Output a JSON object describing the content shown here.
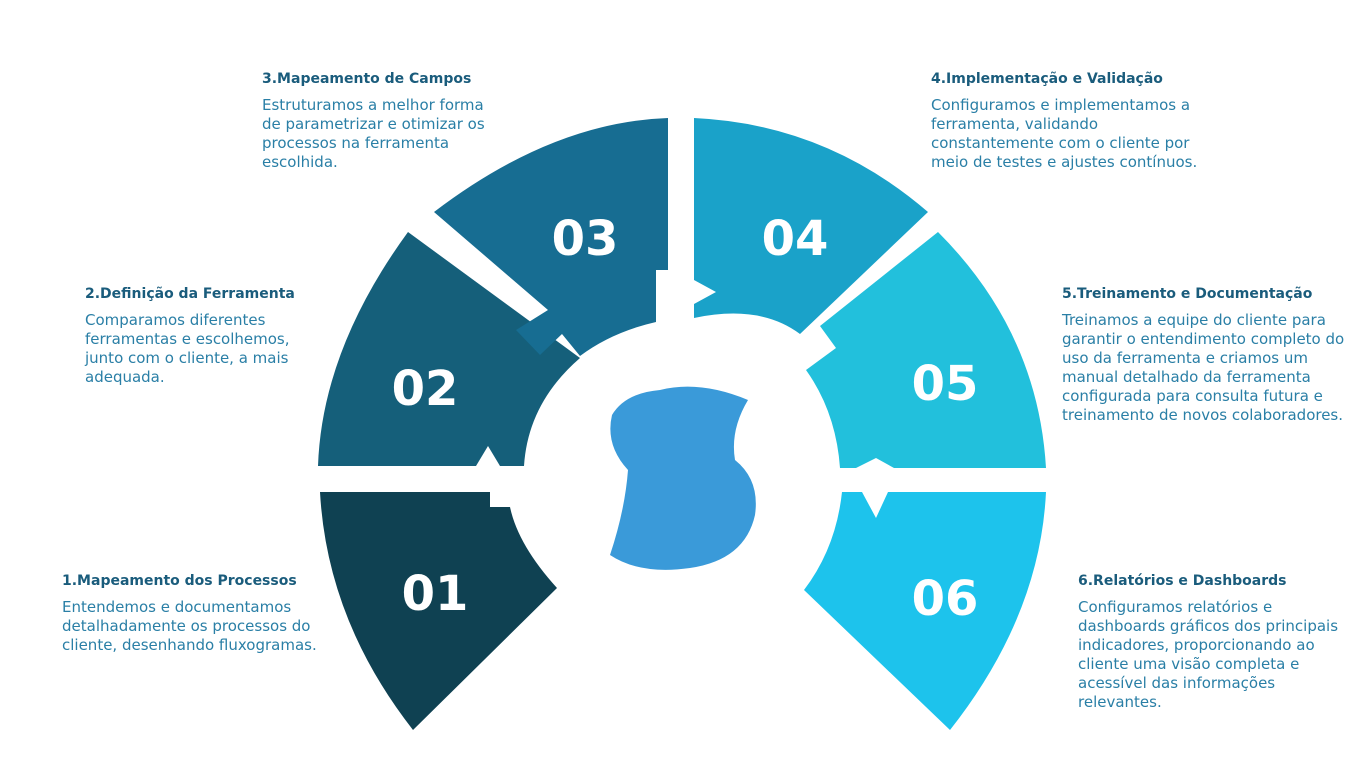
{
  "steps": [
    {
      "number": "01",
      "title": "1.Mapeamento dos Processos",
      "desc": "Entendemos e documentamos detalhadamente os processos do cliente, desenhando fluxogramas."
    },
    {
      "number": "02",
      "title": "2.Definição da Ferramenta",
      "desc": "Comparamos diferentes ferramentas e escolhemos, junto com o cliente, a mais adequada."
    },
    {
      "number": "03",
      "title": "3.Mapeamento de Campos",
      "desc": "Estruturamos a melhor forma de parametrizar e otimizar os processos na ferramenta escolhida."
    },
    {
      "number": "04",
      "title": "4.Implementação e Validação",
      "desc": "Configuramos e implementamos a ferramenta, validando constantemente com o cliente por meio de testes e ajustes contínuos."
    },
    {
      "number": "05",
      "title": "5.Treinamento e Documentação",
      "desc": "Treinamos a equipe do cliente para garantir o entendimento completo do uso da ferramenta e criamos um manual detalhado da ferramenta configurada para consulta futura e treinamento de novos colaboradores."
    },
    {
      "number": "06",
      "title": "6.Relatórios e Dashboards",
      "desc": "Configuramos relatórios e dashboards gráficos dos principais indicadores, proporcionando ao cliente uma visão completa e acessível das informações relevantes."
    }
  ],
  "colors": {
    "seg1": "#0f4152",
    "seg2": "#155f7a",
    "seg3": "#176d92",
    "seg4": "#1aa2c9",
    "seg5": "#22c0dc",
    "seg6": "#1dc3ec",
    "logo": "#3a9ad9"
  },
  "logo_icon": "s-logo-icon"
}
